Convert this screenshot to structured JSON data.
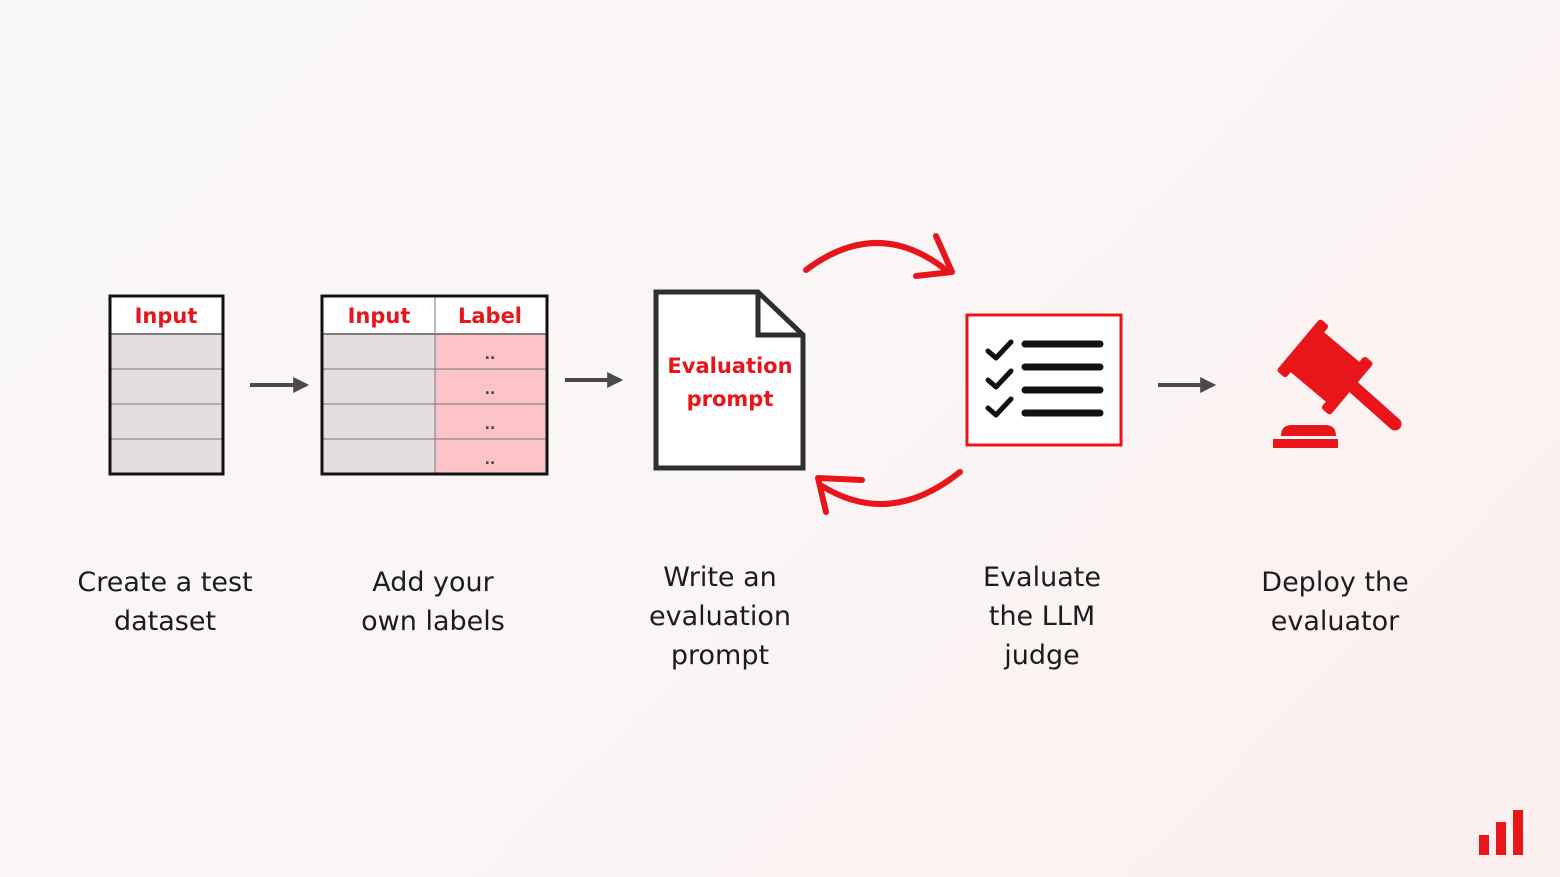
{
  "accent_color": "#e8151b",
  "step1": {
    "header": "Input",
    "caption_line1": "Create a test",
    "caption_line2": "dataset"
  },
  "step2": {
    "header_input": "Input",
    "header_label": "Label",
    "cell_marks": [
      "..",
      "..",
      "..",
      ".."
    ],
    "caption_line1": "Add your",
    "caption_line2": "own labels"
  },
  "step3": {
    "doc_line1": "Evaluation",
    "doc_line2": "prompt",
    "caption_line1": "Write an",
    "caption_line2": "evaluation",
    "caption_line3": "prompt"
  },
  "step4": {
    "icon": "checklist-icon",
    "caption_line1": "Evaluate",
    "caption_line2": "the LLM",
    "caption_line3": "judge"
  },
  "step5": {
    "icon": "gavel-icon",
    "caption_line1": "Deploy the",
    "caption_line2": "evaluator"
  },
  "logo": "bar-chart-logo-icon"
}
